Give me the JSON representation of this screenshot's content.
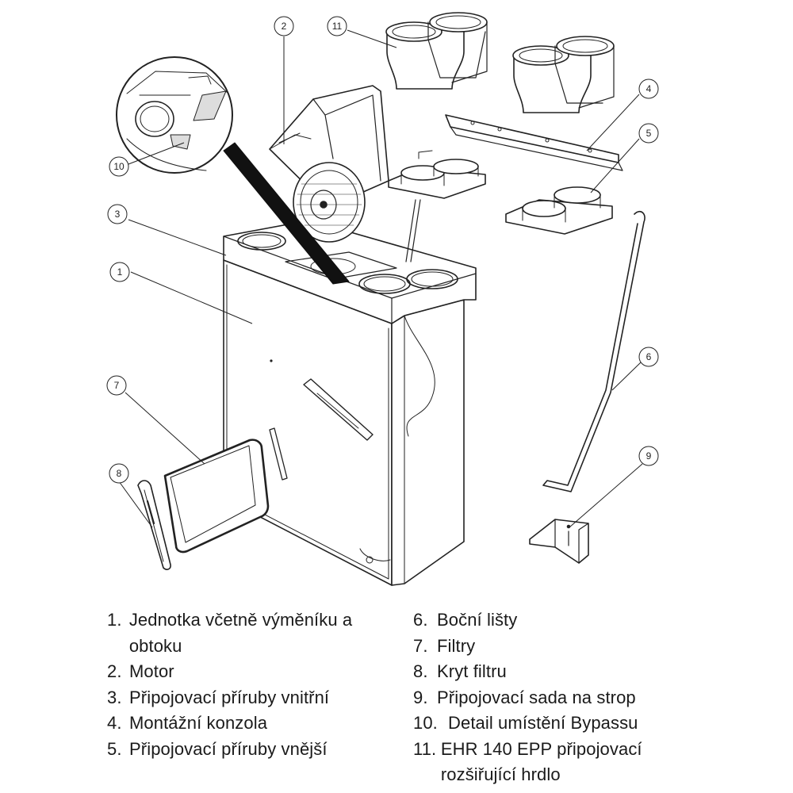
{
  "callouts": [
    "1",
    "2",
    "3",
    "4",
    "5",
    "6",
    "7",
    "8",
    "9",
    "10",
    "11"
  ],
  "legend": {
    "left": [
      {
        "num": "1.",
        "text": "Jednotka včetně výměníku a obtoku"
      },
      {
        "num": "2.",
        "text": "Motor"
      },
      {
        "num": "3.",
        "text": "Připojovací příruby vnitřní"
      },
      {
        "num": "4.",
        "text": "Montážní konzola"
      },
      {
        "num": "5.",
        "text": "Připojovací příruby vnější"
      }
    ],
    "right": [
      {
        "num": "6.",
        "text": "Boční lišty"
      },
      {
        "num": "7.",
        "text": "Filtry"
      },
      {
        "num": "8.",
        "text": "Kryt filtru"
      },
      {
        "num": "9.",
        "text": "Připojovací sada na strop"
      },
      {
        "num": "10.",
        "text": "Detail umístění Bypassu"
      },
      {
        "num": "11.",
        "text": "EHR 140 EPP připojovací rozšiřující hrdlo"
      }
    ]
  }
}
